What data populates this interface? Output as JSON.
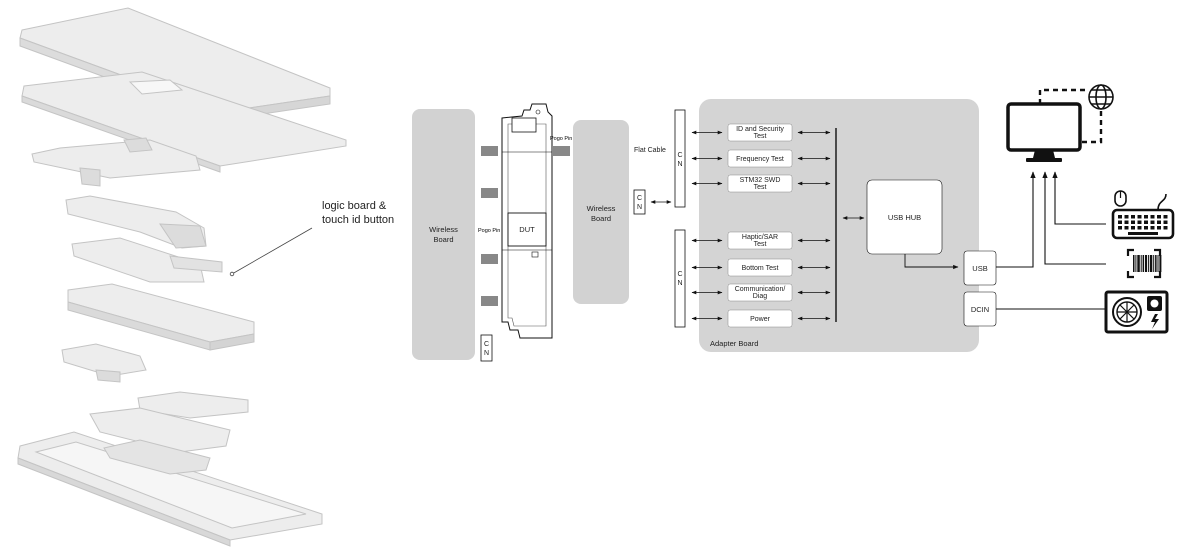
{
  "callout": {
    "line1": "logic board &",
    "line2": "touch id button"
  },
  "left_wireless_board": {
    "line1": "Wireless",
    "line2": "Board"
  },
  "right_wireless_board": {
    "line1": "Wireless",
    "line2": "Board"
  },
  "dut_label": "DUT",
  "pogo_pin_top": "Pogo Pin",
  "pogo_pin_mid": "Pogo Pin",
  "flat_cable": "Flat Cable",
  "cn_bottom_left": "C\nN",
  "cn_small": "C\nN",
  "cn_upper_bar": "C\nN",
  "cn_lower_bar": "C\nN",
  "adapter_board": {
    "label": "Adapter Board",
    "tests": [
      {
        "line1": "ID and Security",
        "line2": "Test"
      },
      {
        "line1": "Frequency Test",
        "line2": ""
      },
      {
        "line1": "STM32 SWD",
        "line2": "Test"
      },
      {
        "line1": "Haptic/SAR",
        "line2": "Test"
      },
      {
        "line1": "Bottom Test",
        "line2": ""
      },
      {
        "line1": "Communication/",
        "line2": "Diag"
      },
      {
        "line1": "Power",
        "line2": ""
      }
    ],
    "usb_hub": "USB HUB"
  },
  "usb_port": "USB",
  "dcin_port": "DCIN",
  "icons": [
    "monitor-icon",
    "globe-icon",
    "keyboard-icon",
    "mouse-icon",
    "barcode-scanner-icon",
    "power-supply-icon"
  ],
  "colors": {
    "board_fill": "#d2d2d2",
    "adapter_fill": "#d4d4d4",
    "stroke": "#111111",
    "part_fill": "#ececec"
  }
}
